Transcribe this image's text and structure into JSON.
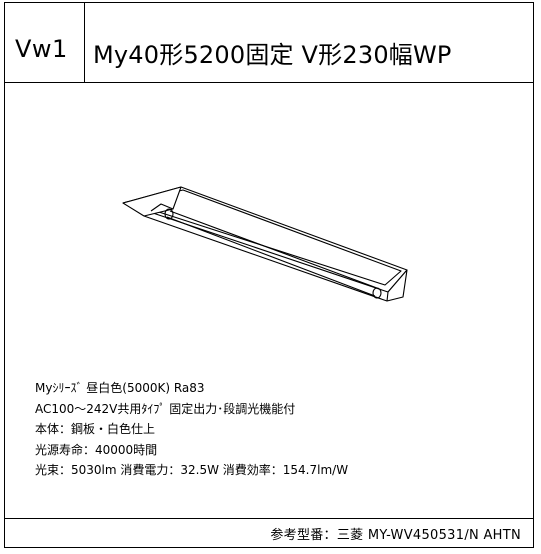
{
  "header": {
    "code": "Vw1",
    "title": "My40形5200固定 V形230幅WP"
  },
  "specs": [
    "Myｼﾘｰｽﾞ  昼白色(5000K)  Ra83",
    "AC100〜242V共用ﾀｲﾌﾟ  固定出力･段調光機能付",
    "本体：鋼板・白色仕上",
    "光源寿命：40000時間",
    "光束：5030lm 消費電力：32.5W 消費効率：154.7lm/W"
  ],
  "footer": {
    "reference": "参考型番：三菱 MY-WV450531/N AHTN"
  },
  "drawing": {
    "subject": "fixture-drawing"
  }
}
